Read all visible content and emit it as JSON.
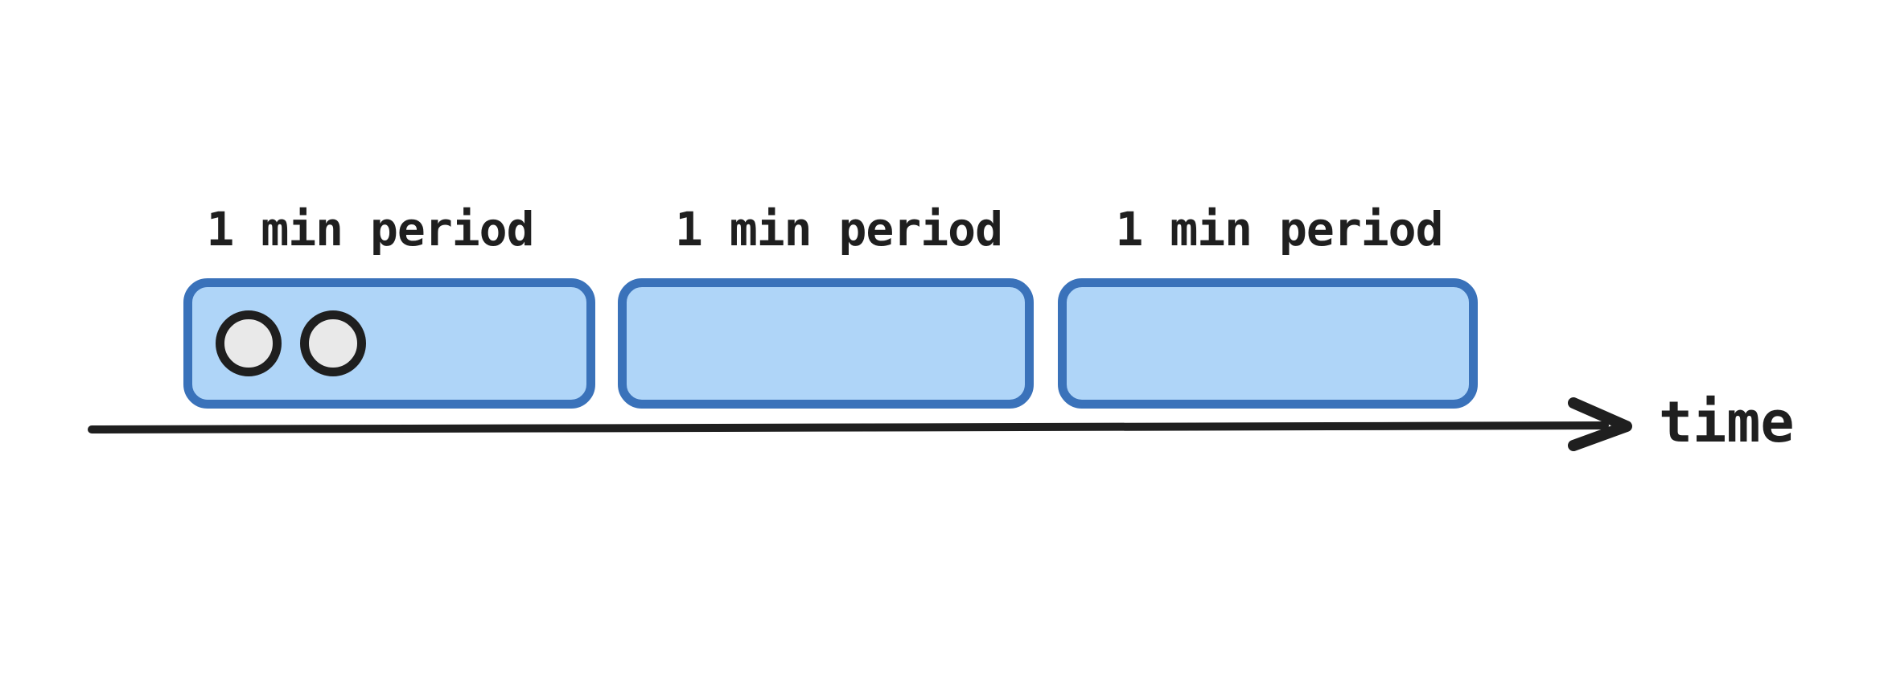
{
  "diagram": {
    "title": "",
    "periods": [
      {
        "label": "1 min period",
        "event_count": 2
      },
      {
        "label": "1 min period",
        "event_count": 0
      },
      {
        "label": "1 min period",
        "event_count": 0
      }
    ],
    "axis": {
      "label": "time",
      "direction": "right"
    }
  },
  "colors": {
    "background": "#ffffff",
    "box_fill": "#afd5f8",
    "box_border": "#3a72ba",
    "event_fill": "#e9e9e9",
    "event_border": "#1f1f1f",
    "ink": "#1f1f1f"
  }
}
